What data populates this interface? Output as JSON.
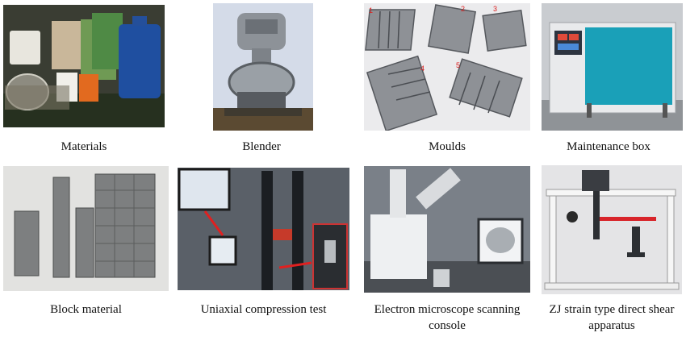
{
  "figure": {
    "panels": [
      {
        "caption": "Materials"
      },
      {
        "caption": "Blender"
      },
      {
        "caption": "Moulds"
      },
      {
        "caption": "Maintenance box"
      },
      {
        "caption": "Block material"
      },
      {
        "caption": "Uniaxial compression test"
      },
      {
        "caption": "Electron microscope scanning console"
      },
      {
        "caption": "ZJ strain type direct shear apparatus"
      }
    ],
    "mould_numbers": [
      "1",
      "2",
      "3",
      "4",
      "5"
    ],
    "colors": {
      "bucket_blue": "#1f4fa0",
      "maintenance_door": "#1aa0b8",
      "arrow_red": "#e02020",
      "shear_beam": "#d8242a"
    }
  }
}
